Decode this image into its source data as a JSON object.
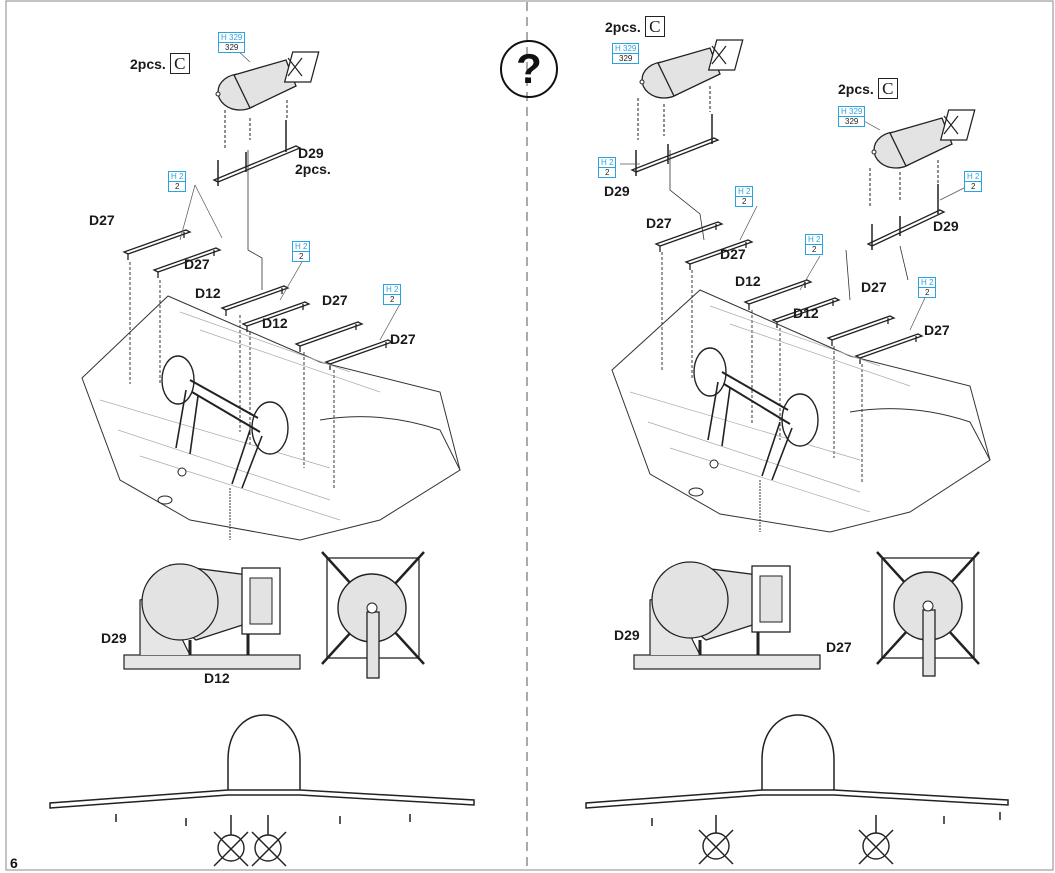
{
  "page_number": "6",
  "question_mark": "?",
  "count_label": "2pcs.",
  "count_box": "C",
  "parts": {
    "d27": "D27",
    "d12": "D12",
    "d29": "D29",
    "pcs": "2pcs."
  },
  "refs": {
    "bomb": {
      "code": "H 329",
      "num": "329"
    },
    "rack": {
      "code": "H 2",
      "num": "2"
    }
  }
}
